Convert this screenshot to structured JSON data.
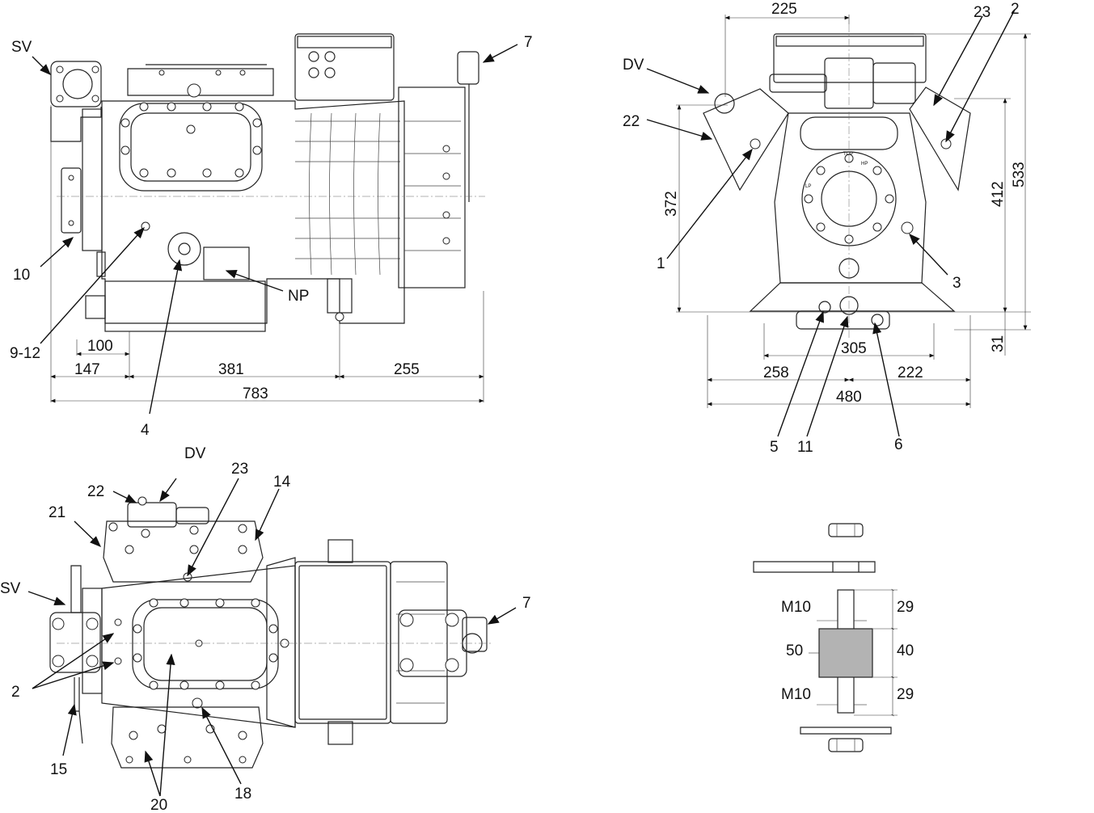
{
  "labels": {
    "sv_side": "SV",
    "l7_side": "7",
    "l10": "10",
    "l9_12": "9-12",
    "np": "NP",
    "l4": "4",
    "dv_front": "DV",
    "l22_front": "22",
    "l23_front": "23",
    "l2_front": "2",
    "l1": "1",
    "l3": "3",
    "l5": "5",
    "l11": "11",
    "l6": "6",
    "dv_top": "DV",
    "l22_top": "22",
    "l23_top": "23",
    "l14": "14",
    "l21": "21",
    "sv_top": "SV",
    "l2_top": "2",
    "l15": "15",
    "l20": "20",
    "l18": "18",
    "l7_top": "7"
  },
  "dimensions": {
    "d100": "100",
    "d147": "147",
    "d381": "381",
    "d255": "255",
    "d783": "783",
    "d225": "225",
    "d372": "372",
    "d412": "412",
    "d533": "533",
    "d31": "31",
    "d305": "305",
    "d258": "258",
    "d222": "222",
    "d480": "480",
    "m10_top": "M10",
    "m10_bottom": "M10",
    "d29_top": "29",
    "d29_bottom": "29",
    "d50": "50",
    "d40": "40"
  },
  "plate_text": {
    "top": "TOP",
    "hp": "HP",
    "lp": "LP"
  },
  "colors": {
    "line": "#222222",
    "damper": "#b3b3b3"
  }
}
